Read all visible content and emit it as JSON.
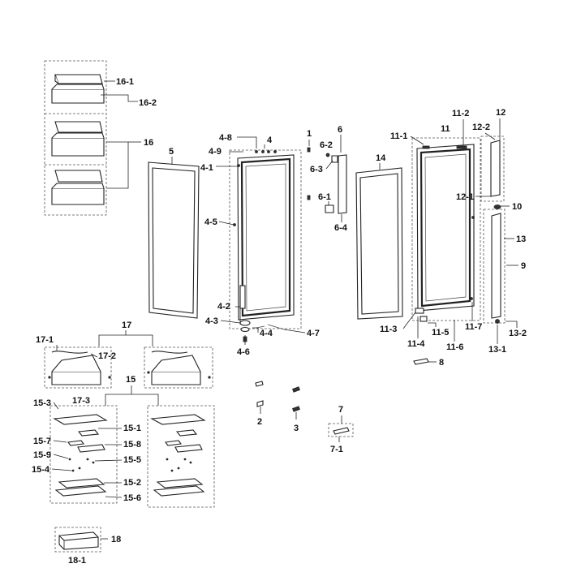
{
  "labels": {
    "l16_1": "16-1",
    "l16_2": "16-2",
    "l16": "16",
    "l5": "5",
    "l4_8": "4-8",
    "l4": "4",
    "l4_9": "4-9",
    "l4_1": "4-1",
    "l4_5": "4-5",
    "l4_2": "4-2",
    "l4_3": "4-3",
    "l4_4": "4-4",
    "l4_7": "4-7",
    "l4_6": "4-6",
    "l1": "1",
    "l6": "6",
    "l6_2": "6-2",
    "l6_3": "6-3",
    "l6_1": "6-1",
    "l6_4": "6-4",
    "l14": "14",
    "l11_1": "11-1",
    "l11": "11",
    "l11_2": "11-2",
    "l12": "12",
    "l12_2": "12-2",
    "l12_1": "12-1",
    "l10": "10",
    "l13": "13",
    "l9": "9",
    "l11_3": "11-3",
    "l11_4": "11-4",
    "l11_5": "11-5",
    "l11_6": "11-6",
    "l11_7": "11-7",
    "l13_2": "13-2",
    "l13_1": "13-1",
    "l8": "8",
    "l17": "17",
    "l17_1": "17-1",
    "l17_2": "17-2",
    "l17_3": "17-3",
    "l15": "15",
    "l15_3": "15-3",
    "l15_1": "15-1",
    "l15_7": "15-7",
    "l15_8": "15-8",
    "l15_9": "15-9",
    "l15_5": "15-5",
    "l15_4": "15-4",
    "l15_2": "15-2",
    "l15_6": "15-6",
    "l2": "2",
    "l3": "3",
    "l7": "7",
    "l7_1": "7-1",
    "l18": "18",
    "l18_1": "18-1"
  }
}
